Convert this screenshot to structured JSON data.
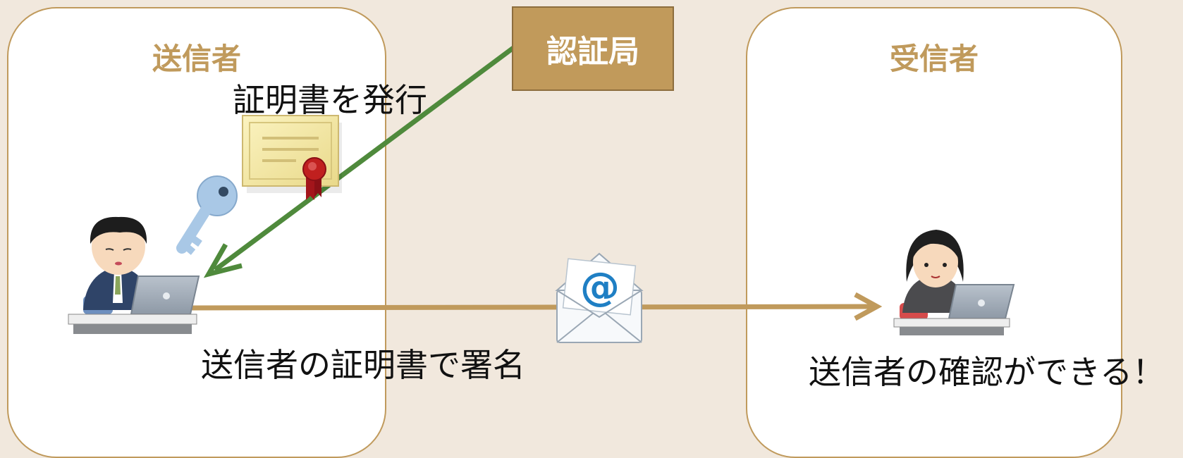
{
  "sender": {
    "title": "送信者"
  },
  "ca": {
    "label": "認証局"
  },
  "receiver": {
    "title": "受信者"
  },
  "captions": {
    "issue": "証明書を発行",
    "sign": "送信者の証明書で署名",
    "confirm": "送信者の確認ができる！"
  },
  "email": {
    "symbol": "@"
  },
  "colors": {
    "background": "#f1e8dd",
    "accent": "#c09a5c",
    "arrow_green": "#4f8a3c",
    "panel": "#ffffff"
  },
  "icons": [
    "certificate-icon",
    "key-icon",
    "sender-person-icon",
    "envelope-icon",
    "receiver-person-icon"
  ]
}
